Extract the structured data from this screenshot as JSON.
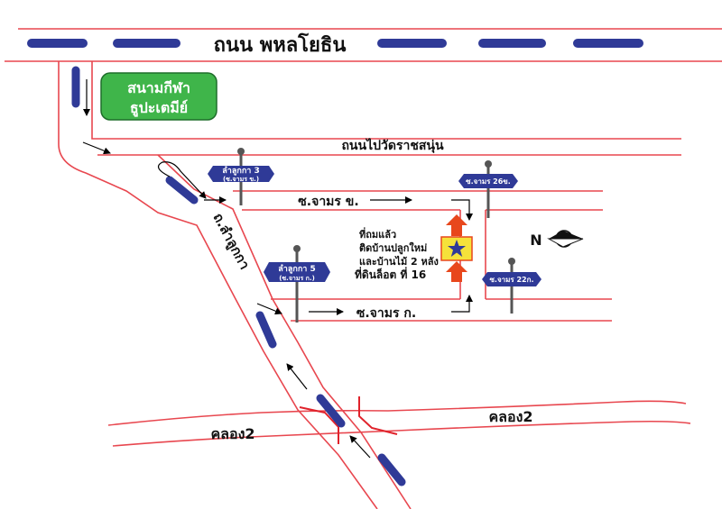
{
  "roads": {
    "main_road": "ถนน พหลโยธิน",
    "to_temple": "ถนนไปวัดราชสนุ่น",
    "lam_luk_ka": "ถ.ลำลูกกา",
    "soi_kh": "ซ.จามร ข.",
    "soi_k": "ซ.จามร ก.",
    "canal_left": "คลอง2",
    "canal_right": "คลอง2"
  },
  "landmark": {
    "line1": "สนามกีฬา",
    "line2": "ธูปะเตมีย์"
  },
  "signs": {
    "lamlukka3": {
      "line1": "ลำลูกกา 3",
      "line2": "(ซ.จามร ข.)"
    },
    "lamlukka5": {
      "line1": "ลำลูกกา 5",
      "line2": "(ซ.จามร ก.)"
    },
    "s26": {
      "line1": "ซ.จามร 26ข."
    },
    "s22": {
      "line1": "ซ.จามร 22ก."
    }
  },
  "destination": {
    "line1": "ที่ถมแล้ว",
    "line2": "ติดบ้านปลูกใหม่",
    "line3": "และบ้านไม้ 2 หลัง",
    "line4": "ที่ดินล็อต ที่ 16"
  },
  "compass": {
    "label": "N"
  },
  "colors": {
    "road_edge": "#e8474f",
    "dash": "#2f3a97",
    "sign": "#2f3a97",
    "landmark_fill": "#3fb54a",
    "up_arrow": "#e8471c",
    "marker_fill": "#f5e23a",
    "star": "#2f3a97"
  },
  "icons": {
    "compass": "north-arrow-icon",
    "star": "star-icon",
    "arrow": "direction-arrow-icon"
  }
}
